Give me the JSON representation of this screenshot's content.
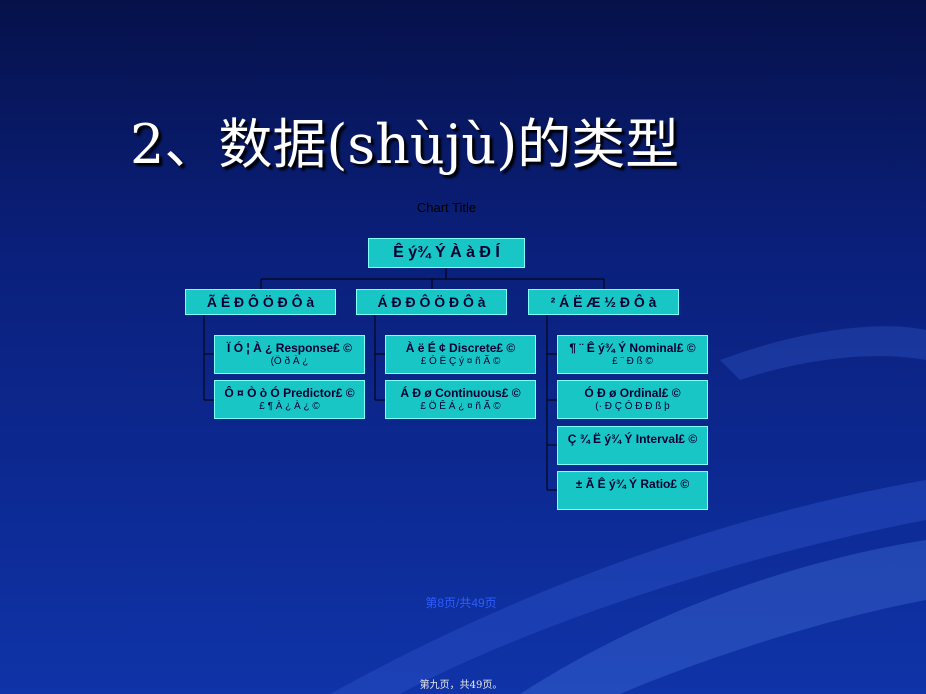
{
  "slide": {
    "title": "2、数据(shùjù)的类型",
    "chart_title": "Chart Title",
    "page_indicator": "第8页/共49页",
    "page_footer": "第九页，共49页。"
  },
  "diagram": {
    "root": {
      "label": "Ê ý¾ Ý À à Ð Í"
    },
    "groups": [
      {
        "label": "Ã Ê Ð Ô Ö Ð Ô à",
        "children": [
          {
            "line1": "Ï  Ó ¦  À ¿ Response£ ©",
            "line2": "(Ö ð À ¿"
          },
          {
            "line1": "Ô ¤ Ò ò  Ó Predictor£ ©",
            "line2": "£ ¶ À ¿ À ¿ ©"
          }
        ]
      },
      {
        "label": "Á Ð Ð Ô Ö Ð Ô à",
        "children": [
          {
            "line1": "À ë É ¢ Discrete£ ©",
            "line2": "£ Ó Ë Ç ý ¤ ñ Ã ©"
          },
          {
            "line1": "Á Ð ø Continuous£ ©",
            "line2": "£ Ö Ê Á ¿ ¤ ñ Ã ©"
          }
        ]
      },
      {
        "label": "²  Á Ë  Æ ½ Ð Ô à",
        "children": [
          {
            "line1": "¶ ¨ Ê ý¾ Ý Nominal£ ©",
            "line2": "£ ¨  Ð ß ©"
          },
          {
            "line1": "Ó Ð ø Ordinal£ ©",
            "line2": "(· Ð Ç Ó Ð Ð ß þ"
          },
          {
            "line1": "Ç ¾ Ë ý¾ Ý Interval£ ©",
            "line2": ""
          },
          {
            "line1": "±  Ã Ê ý¾ Ý Ratio£ ©",
            "line2": ""
          }
        ]
      }
    ]
  }
}
